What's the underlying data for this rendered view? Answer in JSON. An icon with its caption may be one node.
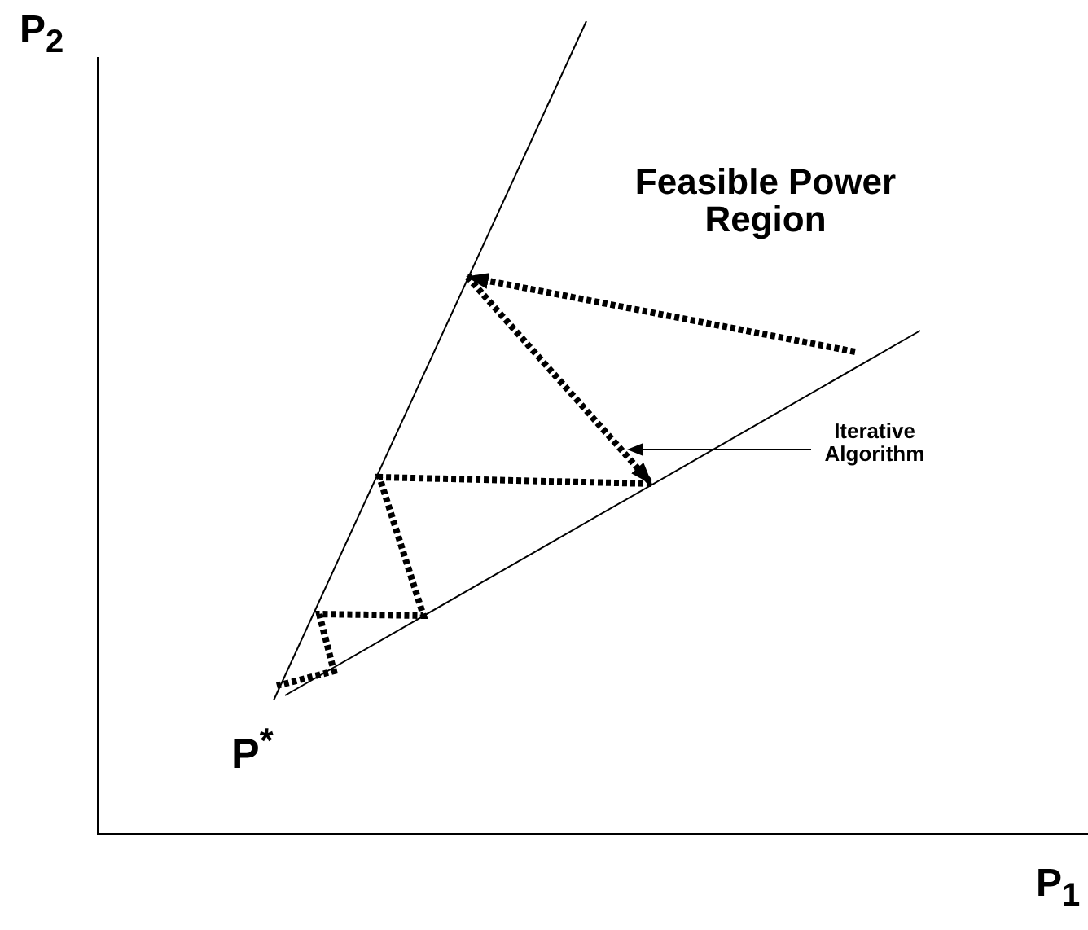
{
  "diagram": {
    "nodes": [
      {
        "text": [
          "Iterative Algorithm"
        ]
      },
      {
        "text": [],
        "shape": "picture"
      }
    ],
    "edges": [
      {
        "from": 0,
        "to": 1,
        "arrow": "to"
      }
    ],
    "labels": [
      "P$_{2}$",
      "Feasible Power Region",
      "P$^{*}$",
      "P$_{1}$"
    ]
  }
}
